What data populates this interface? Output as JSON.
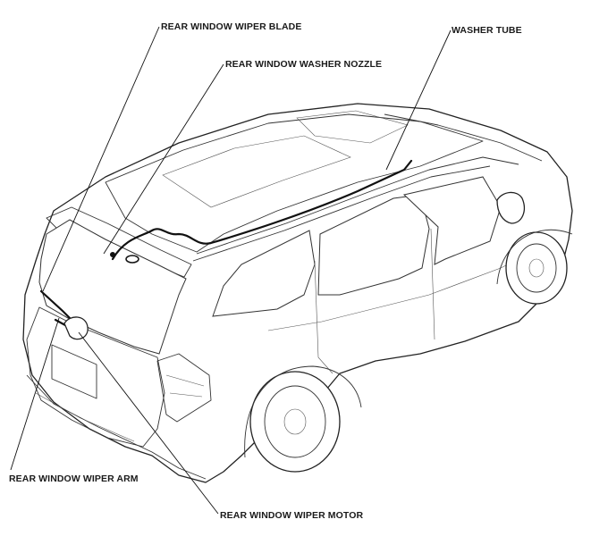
{
  "callouts": {
    "wiper_blade": "REAR WINDOW WIPER BLADE",
    "washer_nozzle": "REAR WINDOW WASHER NOZZLE",
    "washer_tube": "WASHER TUBE",
    "wiper_arm": "REAR WINDOW WIPER ARM",
    "wiper_motor": "REAR WINDOW WIPER MOTOR"
  },
  "colors": {
    "line": "#222222",
    "background": "#ffffff"
  }
}
